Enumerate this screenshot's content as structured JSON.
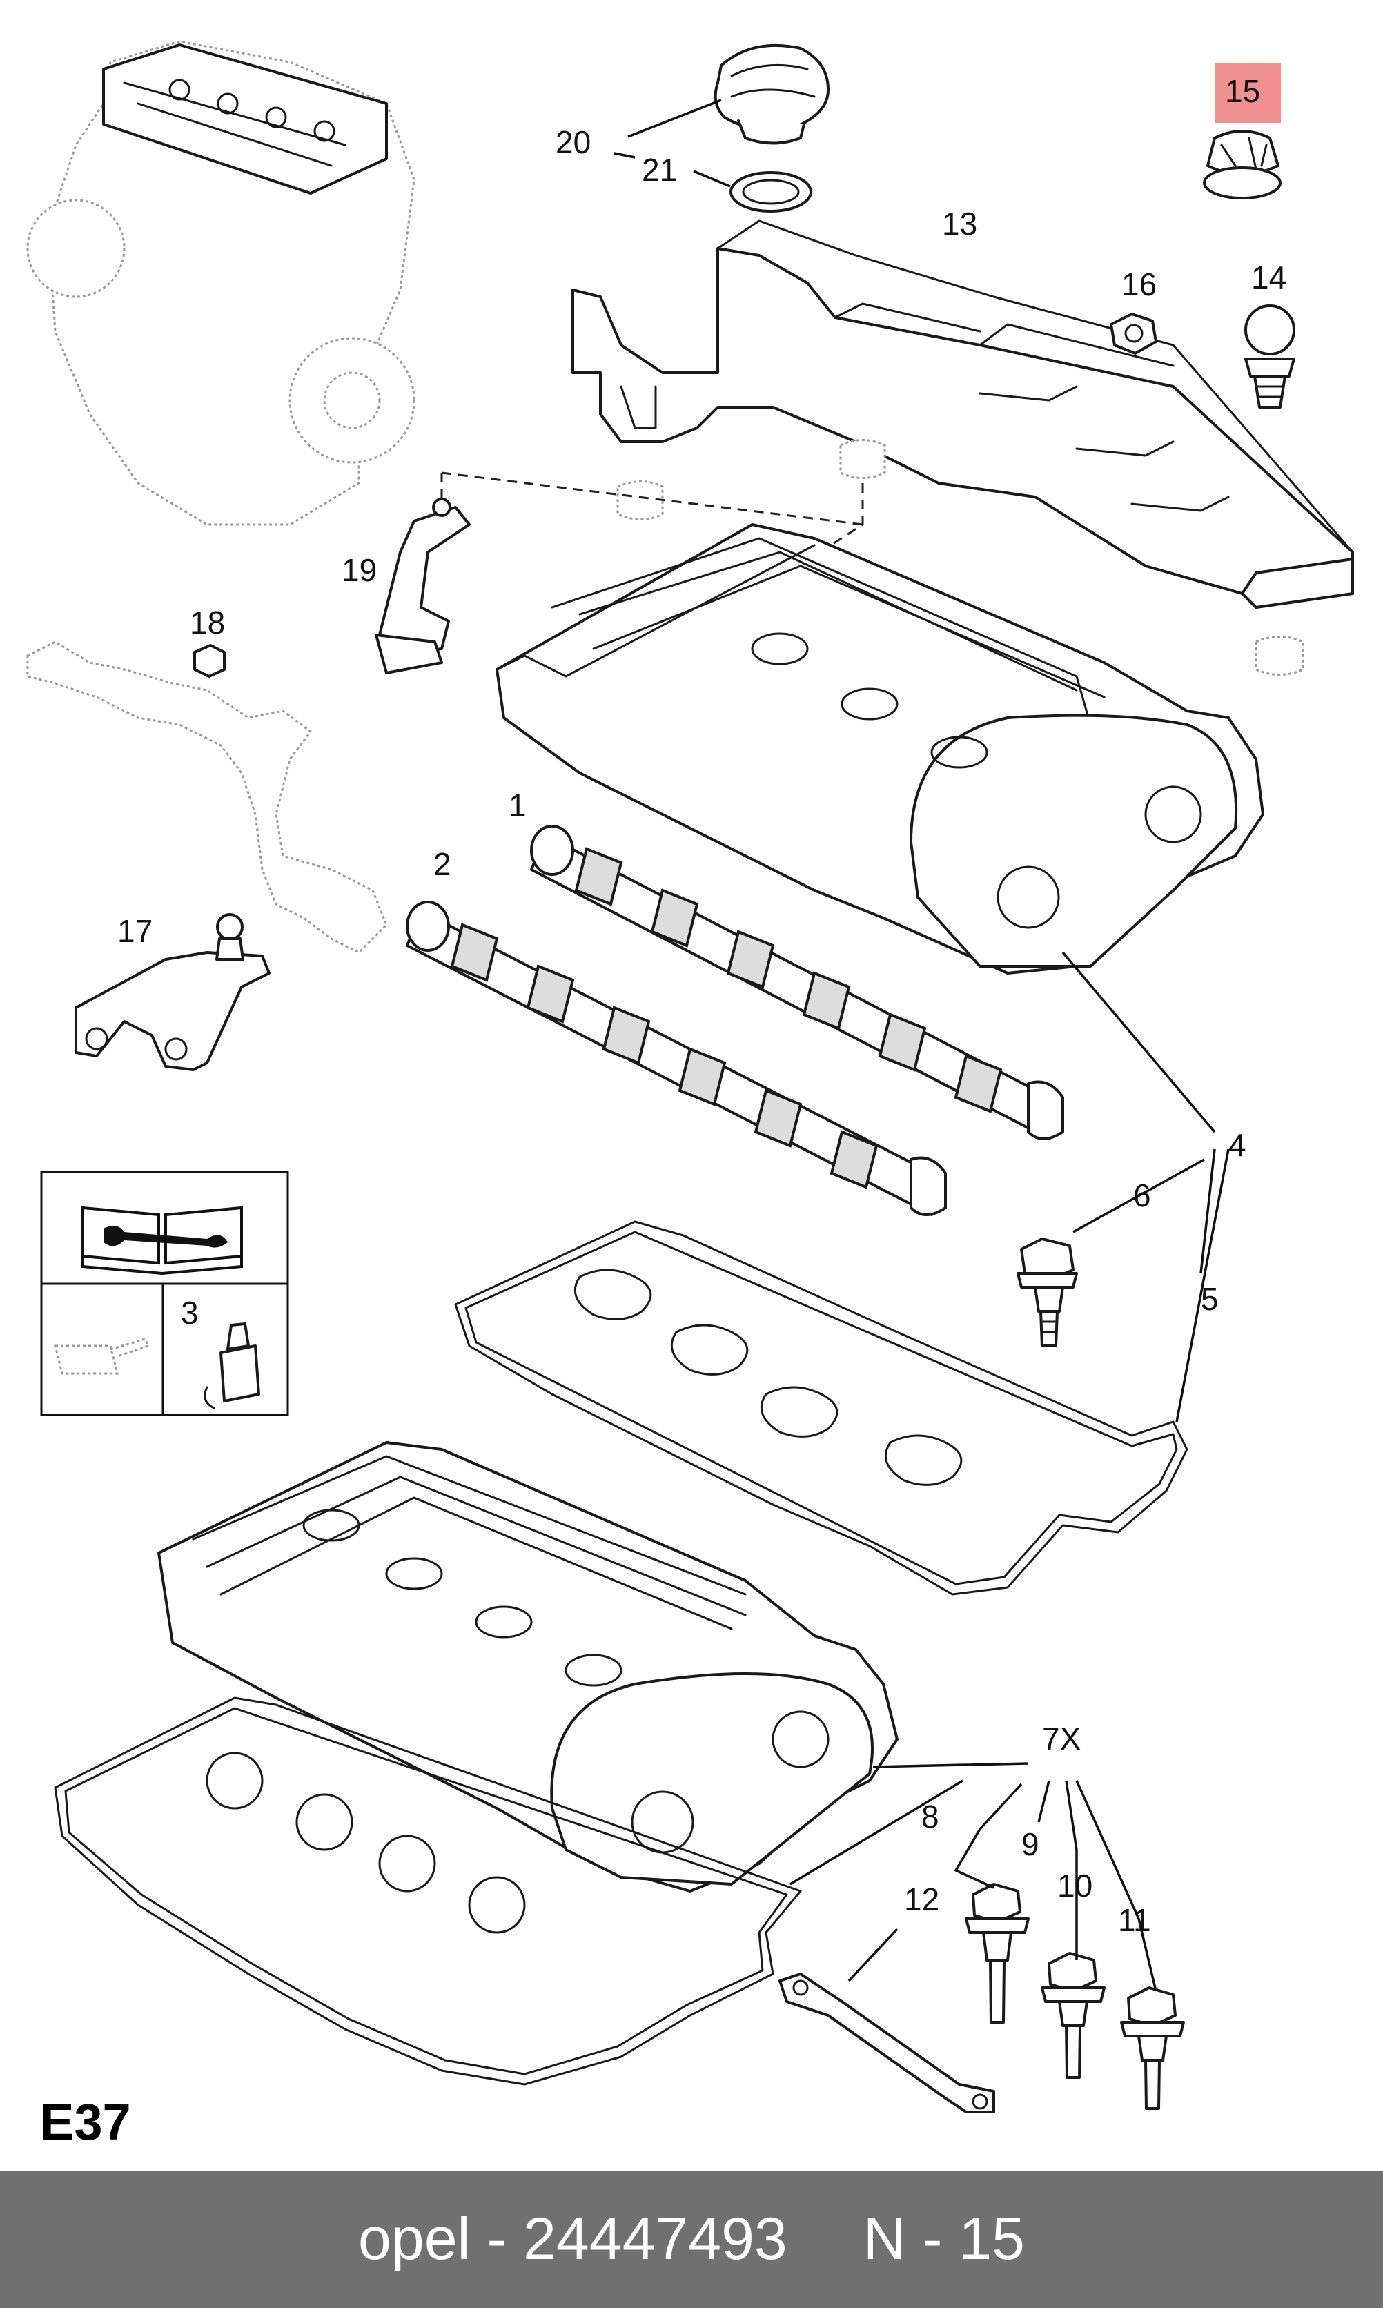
{
  "section_code": "E37",
  "highlight_color": "#f09090",
  "footer": {
    "brand": "opel",
    "separator": "-",
    "part_number": "24447493",
    "ref_label": "N - 15",
    "background": "#707070"
  },
  "callouts": {
    "c1": "1",
    "c2": "2",
    "c3": "3",
    "c4": "4",
    "c5": "5",
    "c6": "6",
    "c7": "7X",
    "c8": "8",
    "c9": "9",
    "c10": "10",
    "c11": "11",
    "c12": "12",
    "c13": "13",
    "c14": "14",
    "c15": "15",
    "c16": "16",
    "c17": "17",
    "c18": "18",
    "c19": "19",
    "c20": "20",
    "c21": "21"
  },
  "highlighted_callout": "15",
  "icons": [
    "engine-overview-icon",
    "repair-manual-icon",
    "oil-can-icon",
    "sealant-tube-icon"
  ]
}
